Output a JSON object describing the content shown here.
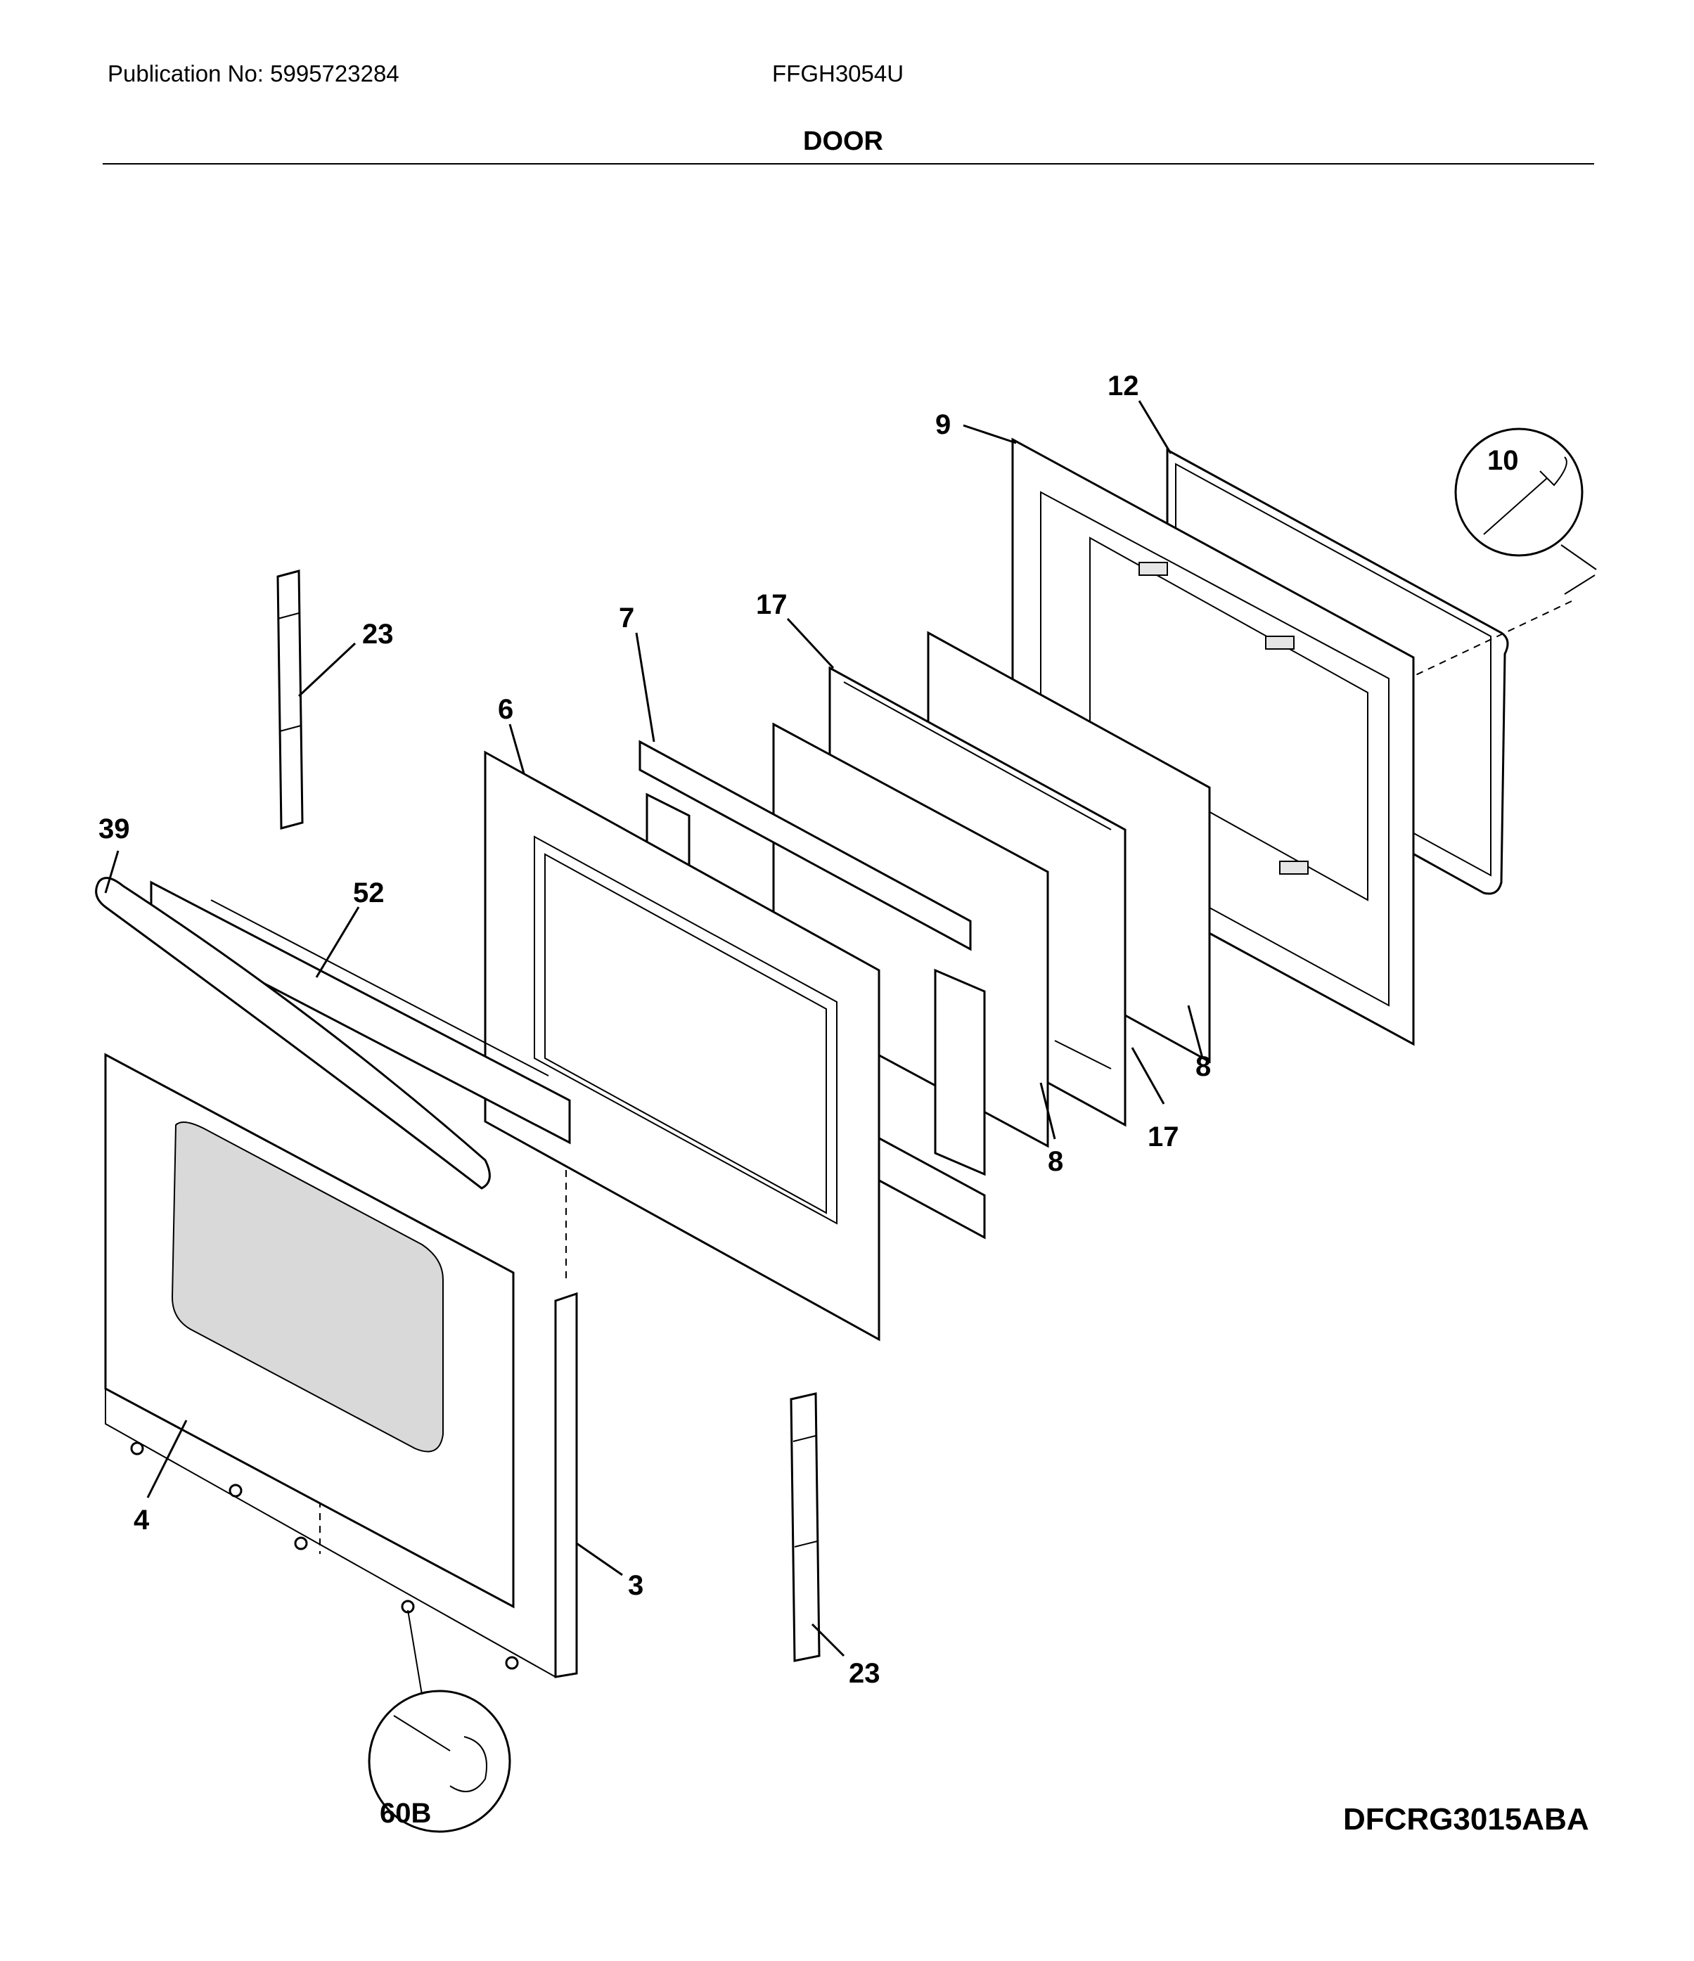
{
  "header": {
    "publication": "Publication No: 5995723284",
    "model": "FFGH3054U",
    "section": "DOOR"
  },
  "footer": {
    "diagram_code": "DFCRG3015ABA"
  },
  "callouts": {
    "c12": "12",
    "c9": "9",
    "c10": "10",
    "c23a": "23",
    "c7": "7",
    "c17a": "17",
    "c6": "6",
    "c39": "39",
    "c52": "52",
    "c8a": "8",
    "c8b": "8",
    "c17b": "17",
    "c4": "4",
    "c3": "3",
    "c23b": "23",
    "c60b": "60B"
  }
}
